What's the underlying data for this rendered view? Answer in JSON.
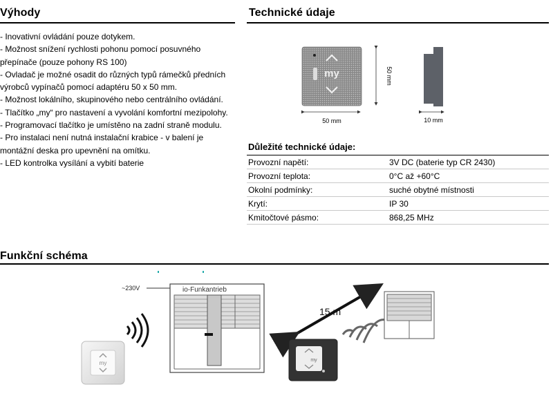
{
  "advantages": {
    "heading": "Výhody",
    "items": [
      "- Inovativní ovládání pouze dotykem.",
      "- Možnost snížení rychlosti pohonu pomocí posuvného přepínače (pouze pohony RS 100)",
      "- Ovladač je možné osadit do různých typů rámečků předních výrobců vypínačů pomocí adaptéru 50 x 50 mm.",
      "- Možnost lokálního, skupinového nebo centrálního ovládání.",
      "- Tlačítko „my“ pro nastavení a vyvolání komfortní mezipolohy.",
      "- Programovací tlačítko je umístěno na zadní straně modulu.",
      "- Pro instalaci není nutná instalační krabice - v balení je montážní deska pro upevnění na omítku.",
      "- LED kontrolka vysílání a vybití baterie"
    ]
  },
  "tech": {
    "heading": "Technické údaje",
    "dim_width": "50 mm",
    "dim_height": "50 mm",
    "dim_depth": "10 mm",
    "device_label": "my",
    "subheading": "Důležité technické údaje:",
    "rows": [
      {
        "label": "Provozní napětí:",
        "value": "3V DC (baterie typ CR 2430)"
      },
      {
        "label": "Provozní teplota:",
        "value": "0°C až +60°C"
      },
      {
        "label": "Okolní podmínky:",
        "value": "suché obytné místnosti"
      },
      {
        "label": "Krytí:",
        "value": "IP 30"
      },
      {
        "label": "Kmitočtové pásmo:",
        "value": "868,25 MHz"
      }
    ]
  },
  "scheme": {
    "heading": "Funkční schéma",
    "voltage": "~230V",
    "motor_label": "io-Funkantrieb",
    "distance": "15 m",
    "remote_label": "my"
  }
}
